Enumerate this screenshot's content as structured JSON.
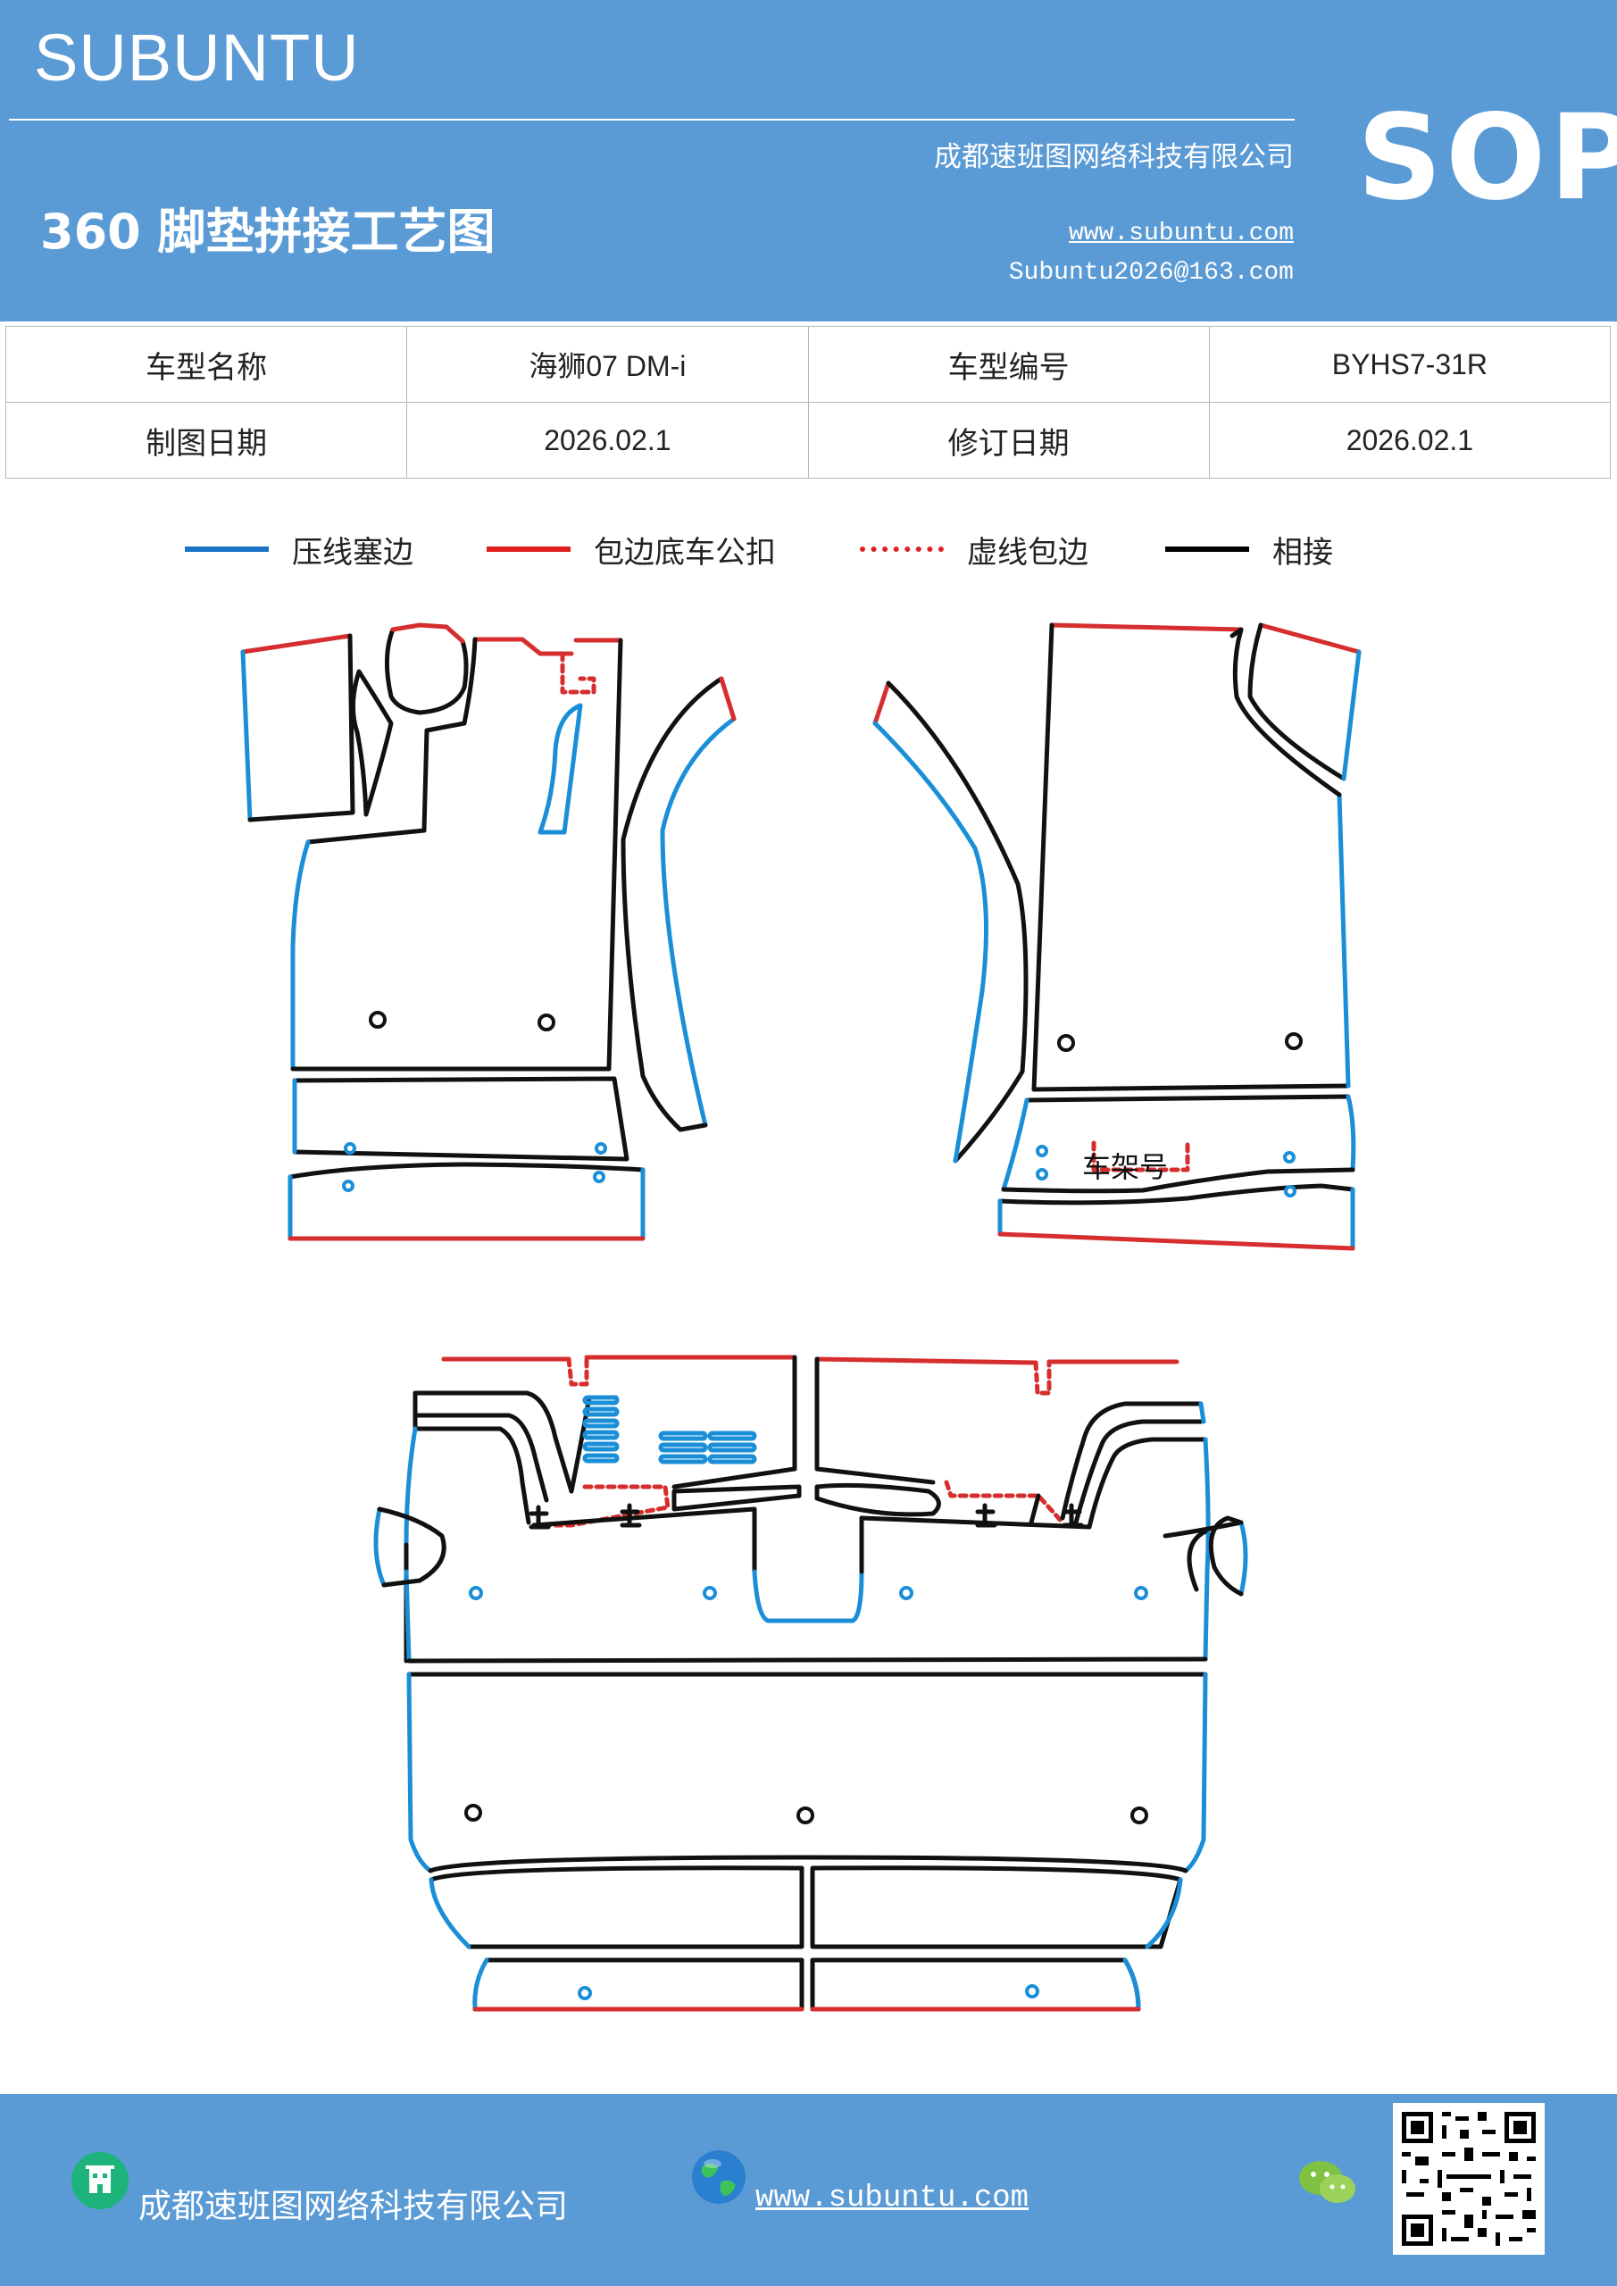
{
  "header": {
    "brand": "SUBUNTU",
    "company": "成都速班图网络科技有限公司",
    "title": "360 脚垫拼接工艺图",
    "website": "www.subuntu.com",
    "email": "Subuntu2026@163.com",
    "badge": "SOP"
  },
  "info_table": {
    "model_name_label": "车型名称",
    "model_name_value": "海狮07  DM-i",
    "model_code_label": "车型编号",
    "model_code_value": "BYHS7-31R",
    "draw_date_label": "制图日期",
    "draw_date_value": "2026.02.1",
    "revise_date_label": "修订日期",
    "revise_date_value": "2026.02.1"
  },
  "legend": [
    {
      "label": "压线塞边",
      "color": "#1a73c7",
      "style": "solid"
    },
    {
      "label": "包边底车公扣",
      "color": "#e02020",
      "style": "solid"
    },
    {
      "label": "虚线包边",
      "color": "#e02020",
      "style": "dashed"
    },
    {
      "label": "相接",
      "color": "#000000",
      "style": "solid"
    }
  ],
  "diagram": {
    "frame_label": "车架号",
    "colors": {
      "blue": "#1a8fd8",
      "red": "#d62e2e",
      "black": "#111111"
    }
  },
  "footer": {
    "company": "成都速班图网络科技有限公司",
    "website": "www.subuntu.com ",
    "icons": [
      "building-icon",
      "globe-icon",
      "wechat-icon",
      "qr-code"
    ]
  }
}
